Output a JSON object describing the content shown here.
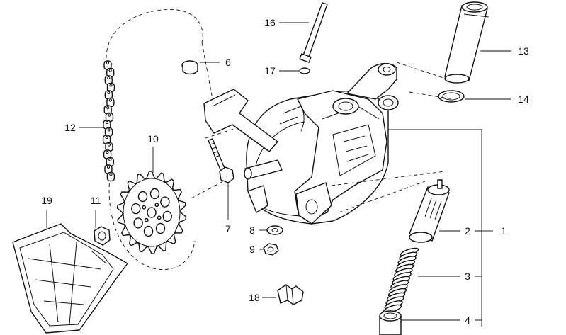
{
  "callouts": [
    {
      "id": "1",
      "text": "1"
    },
    {
      "id": "2",
      "text": "2"
    },
    {
      "id": "3",
      "text": "3"
    },
    {
      "id": "4",
      "text": "4"
    },
    {
      "id": "6",
      "text": "6"
    },
    {
      "id": "7",
      "text": "7"
    },
    {
      "id": "8",
      "text": "8"
    },
    {
      "id": "9",
      "text": "9"
    },
    {
      "id": "10",
      "text": "10"
    },
    {
      "id": "11",
      "text": "11"
    },
    {
      "id": "12",
      "text": "12"
    },
    {
      "id": "13",
      "text": "13"
    },
    {
      "id": "14",
      "text": "14"
    },
    {
      "id": "16",
      "text": "16"
    },
    {
      "id": "17",
      "text": "17"
    },
    {
      "id": "18",
      "text": "18"
    },
    {
      "id": "19",
      "text": "19"
    }
  ]
}
